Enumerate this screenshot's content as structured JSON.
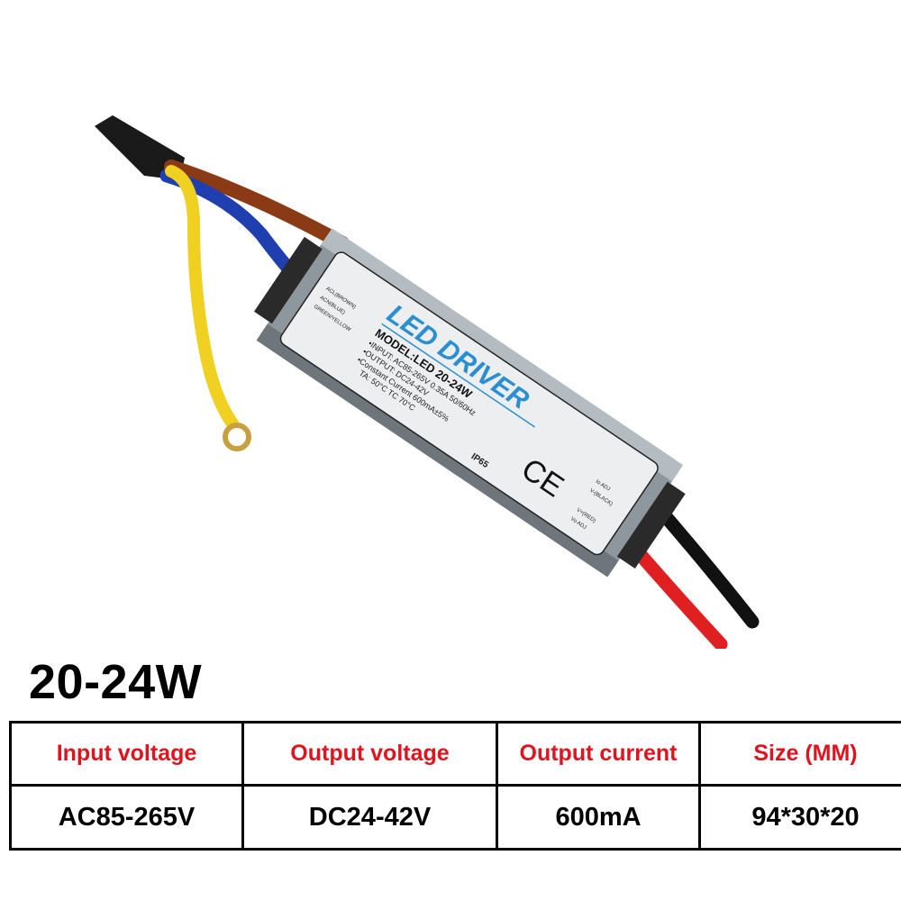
{
  "product": {
    "label_title": "LED DRIVER",
    "model": "MODEL:LED 20-24W",
    "input_line": "•INPUT: AC85-265V 0.35A 50/60Hz",
    "output_line": "•OUTPUT: DC24-42V",
    "current_line": "•Constant Current 600mA±5%",
    "temp_line": "TA: 50°C    TC 70°C",
    "wire_acl": "ACL(BROWN)",
    "wire_acn": "ACN(BLUE)",
    "wire_ground": "GREEN/YELLOW",
    "wire_adj": "Io ADJ",
    "wire_neg": "V-(BLACK)",
    "wire_pos": "V+(RED)",
    "wire_vadj": "Vo ADJ",
    "ip_rating": "IP65",
    "ce_mark": "CE",
    "accent_color": "#2a8fd0"
  },
  "heading": "20-24W",
  "spec_table": {
    "headers": [
      "Input voltage",
      "Output voltage",
      "Output current",
      "Size (MM)"
    ],
    "values": [
      "AC85-265V",
      "DC24-42V",
      "600mA",
      "94*30*20"
    ],
    "header_color": "#e0141e"
  }
}
